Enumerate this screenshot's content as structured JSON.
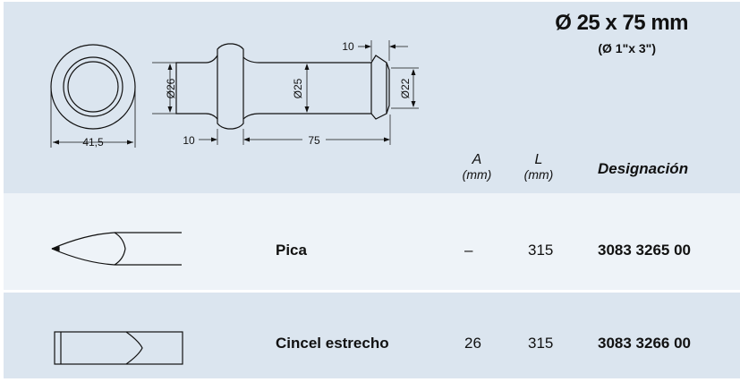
{
  "header": {
    "title": "Ø 25 x 75 mm",
    "subtitle": "(Ø 1\"x 3\")"
  },
  "drawing": {
    "dims": {
      "outer_diameter": "41,5",
      "d26": "Ø26",
      "d25": "Ø25",
      "d22": "Ø22",
      "len_10_top": "10",
      "len_10_bottom": "10",
      "len_75": "75"
    }
  },
  "table": {
    "columns": {
      "a_letter": "A",
      "a_unit": "(mm)",
      "l_letter": "L",
      "l_unit": "(mm)",
      "designation": "Designación"
    },
    "rows": [
      {
        "name": "Pica",
        "a": "–",
        "l": "315",
        "designation": "3083 3265 00"
      },
      {
        "name": "Cincel estrecho",
        "a": "26",
        "l": "315",
        "designation": "3083 3266 00"
      }
    ]
  }
}
